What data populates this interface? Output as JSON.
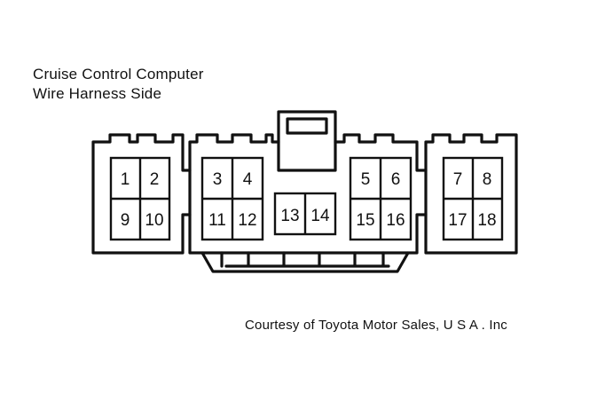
{
  "header": {
    "line1": "Cruise Control Computer",
    "line2": "Wire Harness Side"
  },
  "connector": {
    "pins": [
      "1",
      "2",
      "3",
      "4",
      "5",
      "6",
      "7",
      "8",
      "9",
      "10",
      "11",
      "12",
      "13",
      "14",
      "15",
      "16",
      "17",
      "18"
    ]
  },
  "footer": {
    "credit": "Courtesy of Toyota Motor Sales, U S A . Inc"
  }
}
